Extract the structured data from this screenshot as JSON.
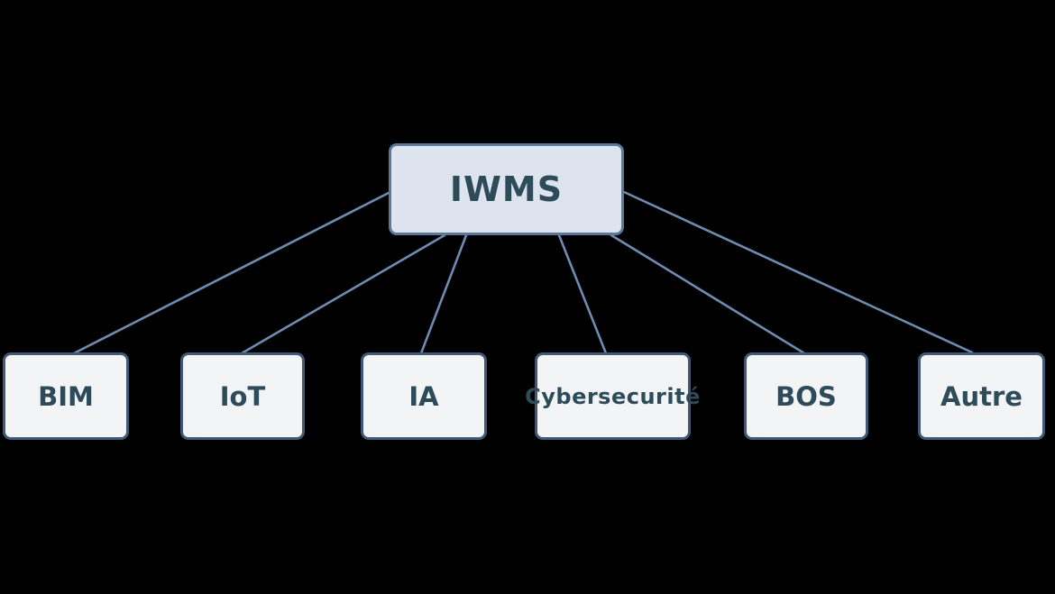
{
  "diagram": {
    "root": {
      "label": "IWMS"
    },
    "children": [
      {
        "label": "BIM"
      },
      {
        "label": "IoT"
      },
      {
        "label": "IA"
      },
      {
        "label": "Cybersecurité"
      },
      {
        "label": "BOS"
      },
      {
        "label": "Autre"
      }
    ],
    "colors": {
      "background": "#000000",
      "root_fill": "#dde4ee",
      "root_border": "#5c7899",
      "child_fill": "#f2f4f6",
      "child_border": "#415977",
      "text": "#2e4b5a",
      "connector": "#6f8bb1"
    }
  }
}
